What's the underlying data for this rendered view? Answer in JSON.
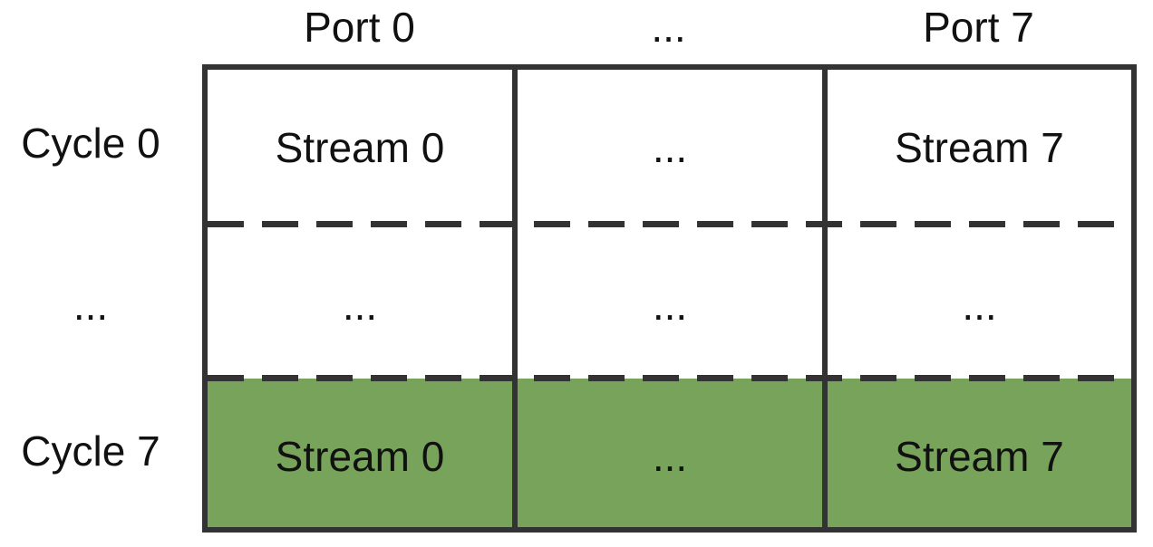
{
  "columns": [
    "Port 0",
    "...",
    "Port 7"
  ],
  "rows": [
    "Cycle 0",
    "...",
    "Cycle 7"
  ],
  "cells": [
    [
      "Stream 0",
      "...",
      "Stream 7"
    ],
    [
      "...",
      "...",
      "..."
    ],
    [
      "Stream 0",
      "...",
      "Stream 7"
    ]
  ],
  "colors": {
    "highlight": "#78a35a",
    "border": "#333333"
  }
}
